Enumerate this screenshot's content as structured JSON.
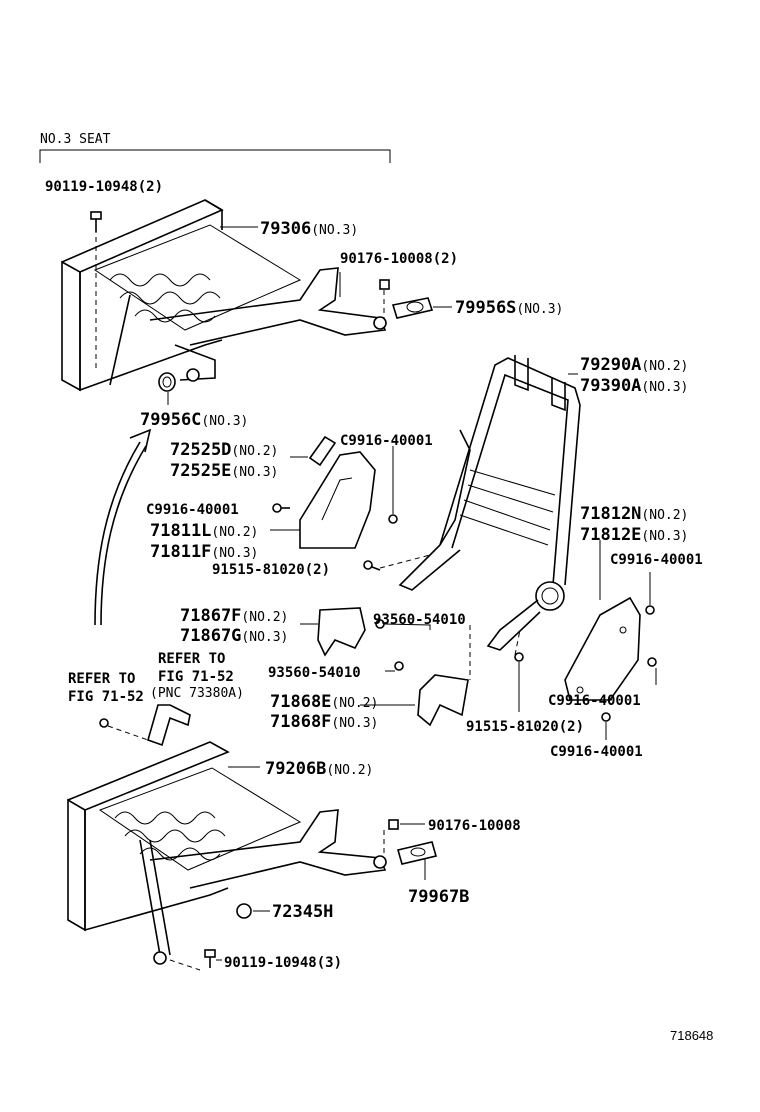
{
  "section": {
    "title": "NO.3 SEAT"
  },
  "labels": {
    "p90119_top": "90119-10948(2)",
    "p79306": "79306",
    "p79306_sfx": "(NO.3)",
    "p90176_top": "90176-10008(2)",
    "p79956s": "79956S",
    "p79956s_sfx": "(NO.3)",
    "p79956c": "79956C",
    "p79956c_sfx": "(NO.3)",
    "p79290a": "79290A",
    "p79290a_sfx": "(NO.2)",
    "p79390a": "79390A",
    "p79390a_sfx": "(NO.3)",
    "p72525d": "72525D",
    "p72525d_sfx": "(NO.2)",
    "p72525e": "72525E",
    "p72525e_sfx": "(NO.3)",
    "pc9916_a": "C9916-40001",
    "pc9916_b": "C9916-40001",
    "p71811l": "71811L",
    "p71811l_sfx": "(NO.2)",
    "p71811f": "71811F",
    "p71811f_sfx": "(NO.3)",
    "p91515_a": "91515-81020(2)",
    "p71812n": "71812N",
    "p71812n_sfx": "(NO.2)",
    "p71812e": "71812E",
    "p71812e_sfx": "(NO.3)",
    "pc9916_c": "C9916-40001",
    "p71867f": "71867F",
    "p71867f_sfx": "(NO.2)",
    "p71867g": "71867G",
    "p71867g_sfx": "(NO.3)",
    "p93560_a": "93560-54010",
    "p93560_b": "93560-54010",
    "pc9916_d": "C9916-40001",
    "p71868e": "71868E",
    "p71868e_sfx": "(NO.2)",
    "p71868f": "71868F",
    "p71868f_sfx": "(NO.3)",
    "p91515_b": "91515-81020(2)",
    "pc9916_e": "C9916-40001",
    "refer_left_1": "REFER TO",
    "refer_left_2": "FIG 71-52",
    "refer_right_1": "REFER TO",
    "refer_right_2": "FIG 71-52",
    "pnc": "(PNC 73380A)",
    "p79206b": "79206B",
    "p79206b_sfx": "(NO.2)",
    "p90176_bot": "90176-10008",
    "p79967b": "79967B",
    "p72345h": "72345H",
    "p90119_bot": "90119-10948(3)"
  },
  "figure_id": "718648"
}
